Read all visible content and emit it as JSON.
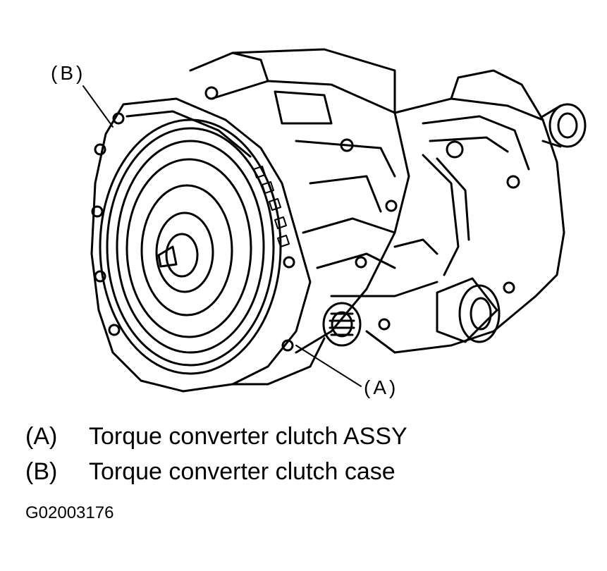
{
  "diagram": {
    "callouts": {
      "a": "(A)",
      "b": "(B)"
    },
    "legend": [
      {
        "key": "(A)",
        "text": "Torque converter clutch ASSY"
      },
      {
        "key": "(B)",
        "text": "Torque converter clutch case"
      }
    ],
    "figure_id": "G02003176",
    "colors": {
      "ink": "#000000",
      "paper": "#ffffff"
    }
  }
}
